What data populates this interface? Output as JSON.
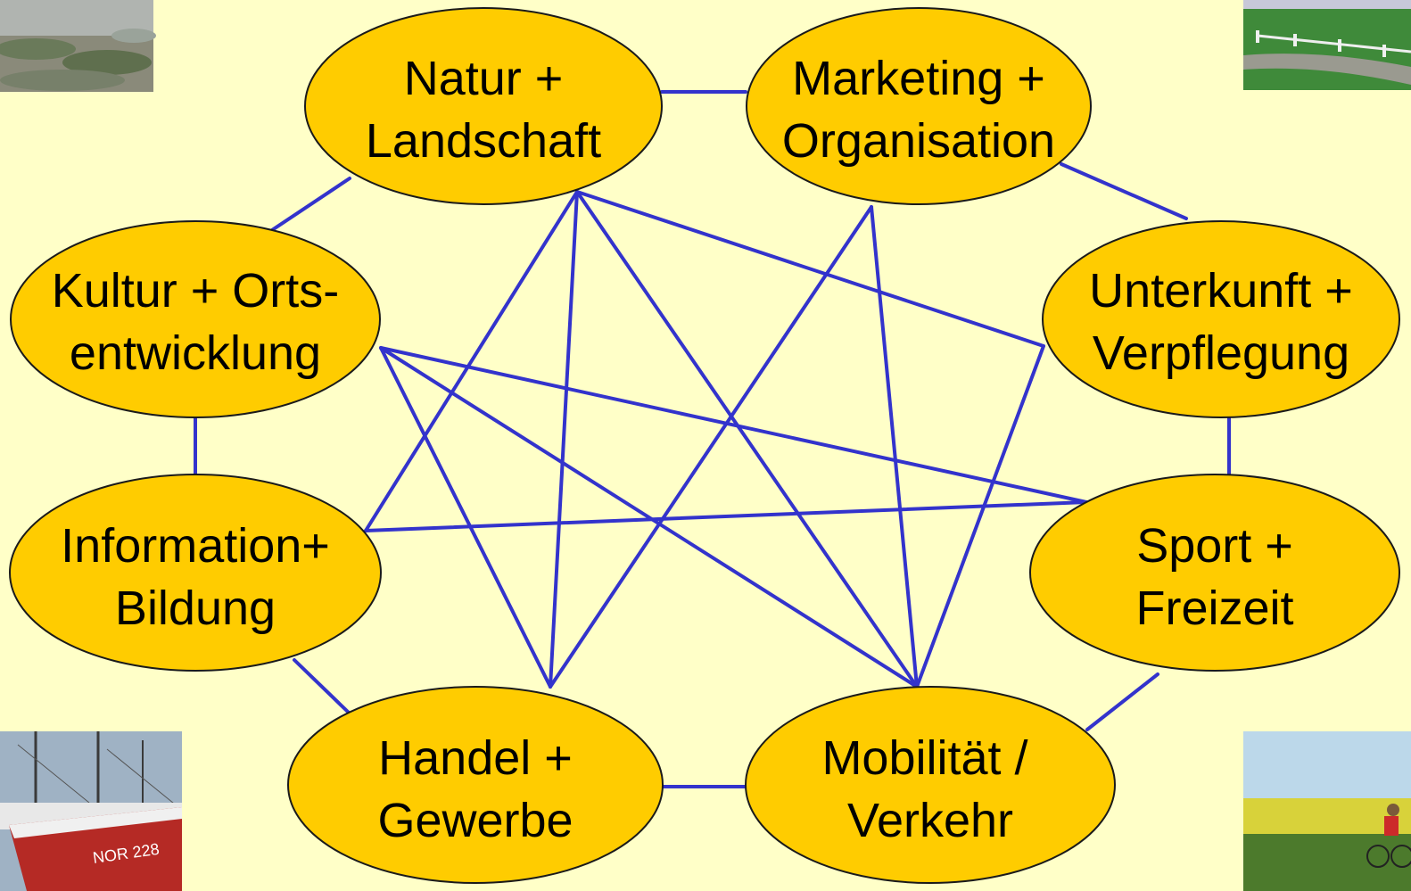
{
  "colors": {
    "background": "#ffffc8",
    "node_fill": "#ffcc00",
    "node_stroke": "#1a1a1a",
    "edge": "#3333cc"
  },
  "nodes": [
    {
      "id": "natur",
      "line1": "Natur +",
      "line2": "Landschaft"
    },
    {
      "id": "marketing",
      "line1": "Marketing +",
      "line2": "Organisation"
    },
    {
      "id": "unterkunft",
      "line1": "Unterkunft +",
      "line2": "Verpflegung"
    },
    {
      "id": "sport",
      "line1": "Sport +",
      "line2": "Freizeit"
    },
    {
      "id": "mobilitaet",
      "line1": "Mobilität /",
      "line2": "Verkehr"
    },
    {
      "id": "handel",
      "line1": "Handel +",
      "line2": "Gewerbe"
    },
    {
      "id": "information",
      "line1": "Information+",
      "line2": "Bildung"
    },
    {
      "id": "kultur",
      "line1": "Kultur + Orts-",
      "line2": "entwicklung"
    }
  ],
  "edges": [
    [
      "natur",
      "marketing"
    ],
    [
      "marketing",
      "unterkunft"
    ],
    [
      "unterkunft",
      "sport"
    ],
    [
      "sport",
      "mobilitaet"
    ],
    [
      "mobilitaet",
      "handel"
    ],
    [
      "handel",
      "information"
    ],
    [
      "information",
      "kultur"
    ],
    [
      "kultur",
      "natur"
    ],
    [
      "natur",
      "handel"
    ],
    [
      "natur",
      "information"
    ],
    [
      "natur",
      "unterkunft"
    ],
    [
      "natur",
      "mobilitaet"
    ],
    [
      "marketing",
      "handel"
    ],
    [
      "marketing",
      "mobilitaet"
    ],
    [
      "kultur",
      "sport"
    ],
    [
      "kultur",
      "mobilitaet"
    ],
    [
      "kultur",
      "handel"
    ],
    [
      "information",
      "sport"
    ],
    [
      "unterkunft",
      "mobilitaet"
    ]
  ],
  "photos": [
    {
      "id": "top-left",
      "icon": "coastal-mudflat-photo"
    },
    {
      "id": "top-right",
      "icon": "green-field-fence-photo"
    },
    {
      "id": "bottom-left",
      "icon": "fishing-boat-harbor-photo"
    },
    {
      "id": "bottom-right",
      "icon": "cyclist-rapeseed-field-photo"
    }
  ]
}
